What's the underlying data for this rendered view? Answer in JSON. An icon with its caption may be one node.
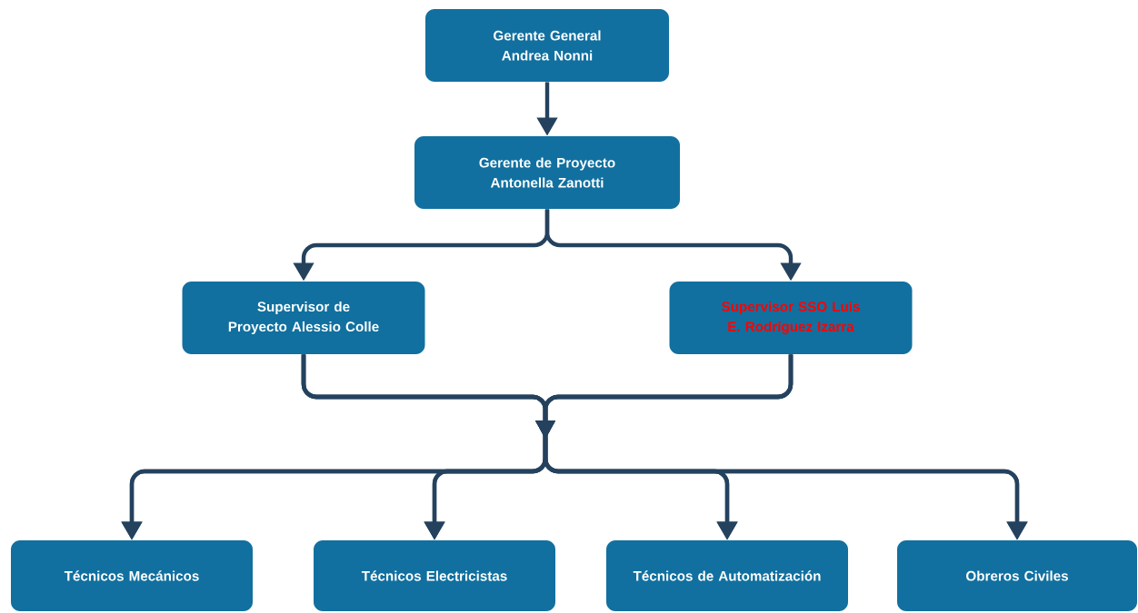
{
  "diagram": {
    "nodes": [
      {
        "text": [
          "Gerente General Andrea Nonni"
        ]
      },
      {
        "text": [
          "Gerente de Proyecto Antonella Zanotti"
        ]
      },
      {
        "text": [
          "Supervisor de Proyecto Alessio Colle"
        ]
      },
      {
        "text": [
          "Supervisor SSO Luis E. Rodríguez Izarra"
        ]
      },
      {
        "text": [
          "Técnicos Mecánicos"
        ]
      },
      {
        "text": [
          "Técnicos Electricistas"
        ]
      },
      {
        "text": [
          "Técnicos de Automatización"
        ]
      },
      {
        "text": [
          "Obreros Civiles"
        ]
      }
    ],
    "edges": [
      {
        "from": 0,
        "to": 1,
        "arrow": "to"
      },
      {
        "from": 1,
        "to": 2,
        "arrow": "to"
      },
      {
        "from": 1,
        "to": 3,
        "arrow": "to"
      },
      {
        "from": 2,
        "to": 4,
        "arrow": "to"
      },
      {
        "from": 2,
        "to": 5,
        "arrow": "to"
      },
      {
        "from": 2,
        "to": 6,
        "arrow": "to"
      },
      {
        "from": 2,
        "to": 7,
        "arrow": "to"
      },
      {
        "from": 3,
        "to": 4,
        "arrow": "to"
      },
      {
        "from": 3,
        "to": 5,
        "arrow": "to"
      },
      {
        "from": 3,
        "to": 6,
        "arrow": "to"
      },
      {
        "from": 3,
        "to": 7,
        "arrow": "to"
      }
    ]
  }
}
